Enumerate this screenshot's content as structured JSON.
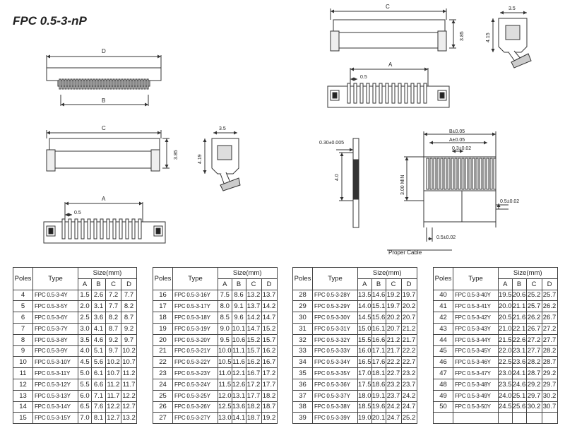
{
  "title": "FPC 0.5-3-nP",
  "dims": {
    "d": "D",
    "b": "B",
    "c": "C",
    "a": "A",
    "pitch": "0.5",
    "h385": "3.85",
    "h419": "4.19",
    "h415": "4.15",
    "w35": "3.5",
    "t030": "0.30±0.005",
    "l40": "4.0",
    "min300": "3.00 MIN",
    "bpm": "B±0.05",
    "apm": "A±0.05",
    "p03": "0.3±0.02",
    "p05": "0.5±0.02",
    "p05b": "0.5±0.02",
    "cable": "Proper Cable"
  },
  "table": {
    "h_poles": "Poles",
    "h_type": "Type",
    "h_size": "Size(mm)",
    "h_a": "A",
    "h_b": "B",
    "h_c": "C",
    "h_d": "D",
    "rows": [
      [
        "4",
        "FPC 0.5-3-4Y",
        "1.5",
        "2.6",
        "7.2",
        "7.7"
      ],
      [
        "5",
        "FPC 0.5-3-5Y",
        "2.0",
        "3.1",
        "7.7",
        "8.2"
      ],
      [
        "6",
        "FPC 0.5-3-6Y",
        "2.5",
        "3.6",
        "8.2",
        "8.7"
      ],
      [
        "7",
        "FPC 0.5-3-7Y",
        "3.0",
        "4.1",
        "8.7",
        "9.2"
      ],
      [
        "8",
        "FPC 0.5-3-8Y",
        "3.5",
        "4.6",
        "9.2",
        "9.7"
      ],
      [
        "9",
        "FPC 0.5-3-9Y",
        "4.0",
        "5.1",
        "9.7",
        "10.2"
      ],
      [
        "10",
        "FPC 0.5-3-10Y",
        "4.5",
        "5.6",
        "10.2",
        "10.7"
      ],
      [
        "11",
        "FPC 0.5-3-11Y",
        "5.0",
        "6.1",
        "10.7",
        "11.2"
      ],
      [
        "12",
        "FPC 0.5-3-12Y",
        "5.5",
        "6.6",
        "11.2",
        "11.7"
      ],
      [
        "13",
        "FPC 0.5-3-13Y",
        "6.0",
        "7.1",
        "11.7",
        "12.2"
      ],
      [
        "14",
        "FPC 0.5-3-14Y",
        "6.5",
        "7.6",
        "12.2",
        "12.7"
      ],
      [
        "15",
        "FPC 0.5-3-15Y",
        "7.0",
        "8.1",
        "12.7",
        "13.2"
      ],
      [
        "16",
        "FPC 0.5-3-16Y",
        "7.5",
        "8.6",
        "13.2",
        "13.7"
      ],
      [
        "17",
        "FPC 0.5-3-17Y",
        "8.0",
        "9.1",
        "13.7",
        "14.2"
      ],
      [
        "18",
        "FPC 0.5-3-18Y",
        "8.5",
        "9.6",
        "14.2",
        "14.7"
      ],
      [
        "19",
        "FPC 0.5-3-19Y",
        "9.0",
        "10.1",
        "14.7",
        "15.2"
      ],
      [
        "20",
        "FPC 0.5-3-20Y",
        "9.5",
        "10.6",
        "15.2",
        "15.7"
      ],
      [
        "21",
        "FPC 0.5-3-21Y",
        "10.0",
        "11.1",
        "15.7",
        "16.2"
      ],
      [
        "22",
        "FPC 0.5-3-22Y",
        "10.5",
        "11.6",
        "16.2",
        "16.7"
      ],
      [
        "23",
        "FPC 0.5-3-23Y",
        "11.0",
        "12.1",
        "16.7",
        "17.2"
      ],
      [
        "24",
        "FPC 0.5-3-24Y",
        "11.5",
        "12.6",
        "17.2",
        "17.7"
      ],
      [
        "25",
        "FPC 0.5-3-25Y",
        "12.0",
        "13.1",
        "17.7",
        "18.2"
      ],
      [
        "26",
        "FPC 0.5-3-26Y",
        "12.5",
        "13.6",
        "18.2",
        "18.7"
      ],
      [
        "27",
        "FPC 0.5-3-27Y",
        "13.0",
        "14.1",
        "18.7",
        "19.2"
      ],
      [
        "28",
        "FPC 0.5-3-28Y",
        "13.5",
        "14.6",
        "19.2",
        "19.7"
      ],
      [
        "29",
        "FPC 0.5-3-29Y",
        "14.0",
        "15.1",
        "19.7",
        "20.2"
      ],
      [
        "30",
        "FPC 0.5-3-30Y",
        "14.5",
        "15.6",
        "20.2",
        "20.7"
      ],
      [
        "31",
        "FPC 0.5-3-31Y",
        "15.0",
        "16.1",
        "20.7",
        "21.2"
      ],
      [
        "32",
        "FPC 0.5-3-32Y",
        "15.5",
        "16.6",
        "21.2",
        "21.7"
      ],
      [
        "33",
        "FPC 0.5-3-33Y",
        "16.0",
        "17.1",
        "21.7",
        "22.2"
      ],
      [
        "34",
        "FPC 0.5-3-34Y",
        "16.5",
        "17.6",
        "22.2",
        "22.7"
      ],
      [
        "35",
        "FPC 0.5-3-35Y",
        "17.0",
        "18.1",
        "22.7",
        "23.2"
      ],
      [
        "36",
        "FPC 0.5-3-36Y",
        "17.5",
        "18.6",
        "23.2",
        "23.7"
      ],
      [
        "37",
        "FPC 0.5-3-37Y",
        "18.0",
        "19.1",
        "23.7",
        "24.2"
      ],
      [
        "38",
        "FPC 0.5-3-38Y",
        "18.5",
        "19.6",
        "24.2",
        "24.7"
      ],
      [
        "39",
        "FPC 0.5-3-39Y",
        "19.0",
        "20.1",
        "24.7",
        "25.2"
      ],
      [
        "40",
        "FPC 0.5-3-40Y",
        "19.5",
        "20.6",
        "25.2",
        "25.7"
      ],
      [
        "41",
        "FPC 0.5-3-41Y",
        "20.0",
        "21.1",
        "25.7",
        "26.2"
      ],
      [
        "42",
        "FPC 0.5-3-42Y",
        "20.5",
        "21.6",
        "26.2",
        "26.7"
      ],
      [
        "43",
        "FPC 0.5-3-43Y",
        "21.0",
        "22.1",
        "26.7",
        "27.2"
      ],
      [
        "44",
        "FPC 0.5-3-44Y",
        "21.5",
        "22.6",
        "27.2",
        "27.7"
      ],
      [
        "45",
        "FPC 0.5-3-45Y",
        "22.0",
        "23.1",
        "27.7",
        "28.2"
      ],
      [
        "46",
        "FPC 0.5-3-46Y",
        "22.5",
        "23.6",
        "28.2",
        "28.7"
      ],
      [
        "47",
        "FPC 0.5-3-47Y",
        "23.0",
        "24.1",
        "28.7",
        "29.2"
      ],
      [
        "48",
        "FPC 0.5-3-48Y",
        "23.5",
        "24.6",
        "29.2",
        "29.7"
      ],
      [
        "49",
        "FPC 0.5-3-49Y",
        "24.0",
        "25.1",
        "29.7",
        "30.2"
      ],
      [
        "50",
        "FPC 0.5-3-50Y",
        "24.5",
        "25.6",
        "30.2",
        "30.7"
      ]
    ]
  }
}
